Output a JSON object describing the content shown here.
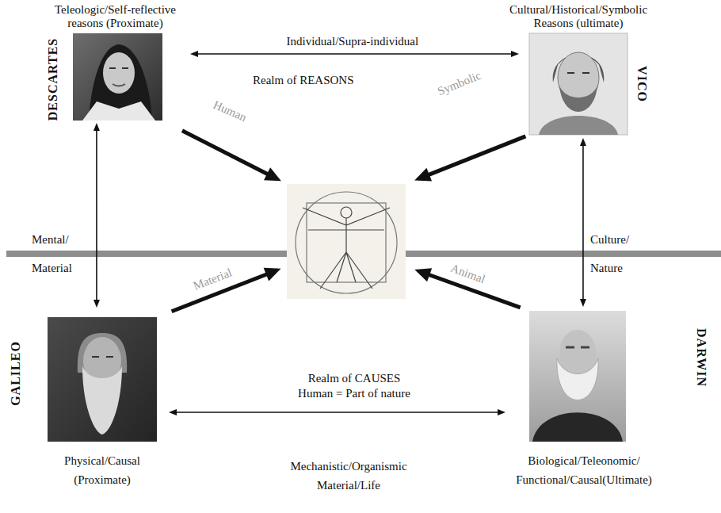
{
  "diagram": {
    "nodes": [
      {
        "text": [
          "Teleologic/Self-reflective reasons (Proximate)",
          "DESCARTES"
        ]
      },
      {
        "text": [
          "Cultural/Historical/Symbolic Reasons (ultimate)",
          "VICO"
        ]
      },
      {
        "text": [
          "Realm of REASONS",
          "Realm of CAUSES Human = Part of nature"
        ]
      },
      {
        "text": [
          "GALILEO",
          "Physical/Causal (Proximate)"
        ]
      },
      {
        "text": [
          "DARWIN",
          "Biological/Teleonomic/ Functional/Causal(Ultimate)"
        ]
      }
    ],
    "edges": [
      {
        "from": 0,
        "to": 1,
        "arrow": "both",
        "label": "Individual/Supra-individual"
      },
      {
        "from": 0,
        "to": 3,
        "arrow": "both",
        "label": "Mental/ Material"
      },
      {
        "from": 1,
        "to": 4,
        "arrow": "both",
        "label": "Culture/ Nature"
      },
      {
        "from": 3,
        "to": 4,
        "arrow": "both",
        "label": "Mechanistic/Organismic Material/Life"
      },
      {
        "from": 0,
        "to": 2,
        "arrow": "to",
        "label": "Human"
      },
      {
        "from": 1,
        "to": 2,
        "arrow": "to",
        "label": "Symbolic"
      },
      {
        "from": 3,
        "to": 2,
        "arrow": "to",
        "label": "Material"
      },
      {
        "from": 4,
        "to": 2,
        "arrow": "to",
        "label": "Animal"
      }
    ]
  }
}
